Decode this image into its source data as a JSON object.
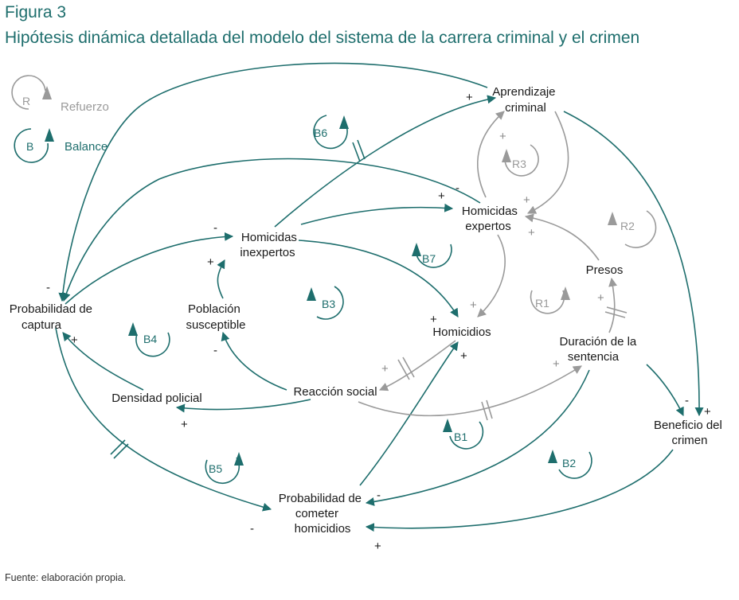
{
  "figure": {
    "label": "Figura 3",
    "title": "Hipótesis dinámica detallada del modelo del sistema de la carrera criminal y el crimen",
    "source": "Fuente: elaboración propia."
  },
  "colors": {
    "balance": "#1e6e6d",
    "reinforcing": "#9a9a9a",
    "text": "#1a1a1a"
  },
  "legend": {
    "reinforcing": {
      "symbol": "R",
      "label": "Refuerzo"
    },
    "balancing": {
      "symbol": "B",
      "label": "Balance"
    }
  },
  "nodes": {
    "aprendizaje": [
      "Aprendizaje",
      "criminal"
    ],
    "expertos": [
      "Homicidas",
      "expertos"
    ],
    "inexpertos": [
      "Homicidas",
      "inexpertos"
    ],
    "probabilidad_captura": [
      "Probabilidad de",
      "captura"
    ],
    "poblacion": [
      "Población",
      "susceptible"
    ],
    "homicidios": [
      "Homicidios"
    ],
    "presos": [
      "Presos"
    ],
    "duracion": [
      "Duración de la",
      "sentencia"
    ],
    "densidad": [
      "Densidad policial"
    ],
    "reaccion": [
      "Reacción social"
    ],
    "beneficio": [
      "Beneficio del",
      "crimen"
    ],
    "probabilidad_cometer": [
      "Probabilidad de",
      "cometer",
      "homicidios"
    ]
  },
  "loops": {
    "B1": "B1",
    "B2": "B2",
    "B3": "B3",
    "B4": "B4",
    "B5": "B5",
    "B6": "B6",
    "B7": "B7",
    "R1": "R1",
    "R2": "R2",
    "R3": "R3"
  },
  "signs": {
    "plus": "+",
    "minus": "-"
  }
}
